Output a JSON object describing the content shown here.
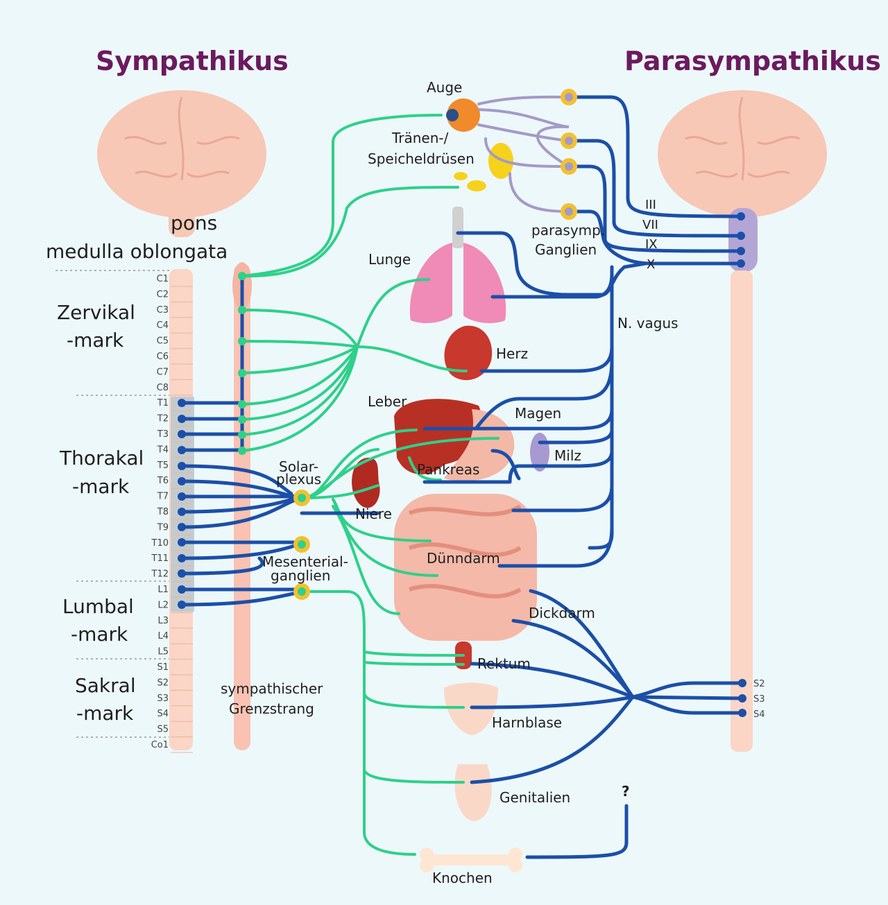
{
  "titles": {
    "sympathetic": "Sympathikus",
    "parasympathetic": "Parasympathikus"
  },
  "colors": {
    "title": "#6b1a5e",
    "sympathetic_fiber": "#2fd08a",
    "parasympathetic_fiber": "#1b4fa8",
    "brain": "#f7c8b5",
    "spinal_cord": "#fbd5c5",
    "ganglion": "#f2c12e",
    "background": "#edf8fb"
  },
  "left_labels": {
    "pons": "pons",
    "medulla": "medulla oblongata",
    "cervical_1": "Zervikal",
    "cervical_2": "-mark",
    "thoracic_1": "Thorakal",
    "thoracic_2": "-mark",
    "lumbar_1": "Lumbal",
    "lumbar_2": "-mark",
    "sacral_1": "Sakral",
    "sacral_2": "-mark"
  },
  "segments": [
    "C1",
    "C2",
    "C3",
    "C4",
    "C5",
    "C6",
    "C7",
    "C8",
    "T1",
    "T2",
    "T3",
    "T4",
    "T5",
    "T6",
    "T7",
    "T8",
    "T9",
    "T10",
    "T11",
    "T12",
    "L1",
    "L2",
    "L3",
    "L4",
    "L5",
    "S1",
    "S2",
    "S3",
    "S4",
    "S5",
    "Co1"
  ],
  "sympathetic_labels": {
    "solar_1": "Solar-",
    "solar_2": "plexus",
    "mesenterial_1": "Mesenterial-",
    "mesenterial_2": "ganglien",
    "trunk_1": "sympathischer",
    "trunk_2": "Grenzstrang"
  },
  "organs": {
    "eye": "Auge",
    "glands_1": "Tränen-/",
    "glands_2": "Speicheldrüsen",
    "lung": "Lunge",
    "heart": "Herz",
    "liver": "Leber",
    "stomach": "Magen",
    "spleen": "Milz",
    "pancreas": "Pankreas",
    "kidney": "Niere",
    "small_intestine": "Dünndarm",
    "large_intestine": "Dickdarm",
    "rectum": "Rektum",
    "bladder": "Harnblase",
    "genitals": "Genitalien",
    "bone": "Knochen"
  },
  "parasympathetic_labels": {
    "ganglia_1": "parasymp.",
    "ganglia_2": "Ganglien",
    "vagus": "N. vagus",
    "question": "?"
  },
  "cranial_nerves": [
    "III",
    "VII",
    "IX",
    "X"
  ],
  "sacral_nerves": [
    "S2",
    "S3",
    "S4"
  ]
}
